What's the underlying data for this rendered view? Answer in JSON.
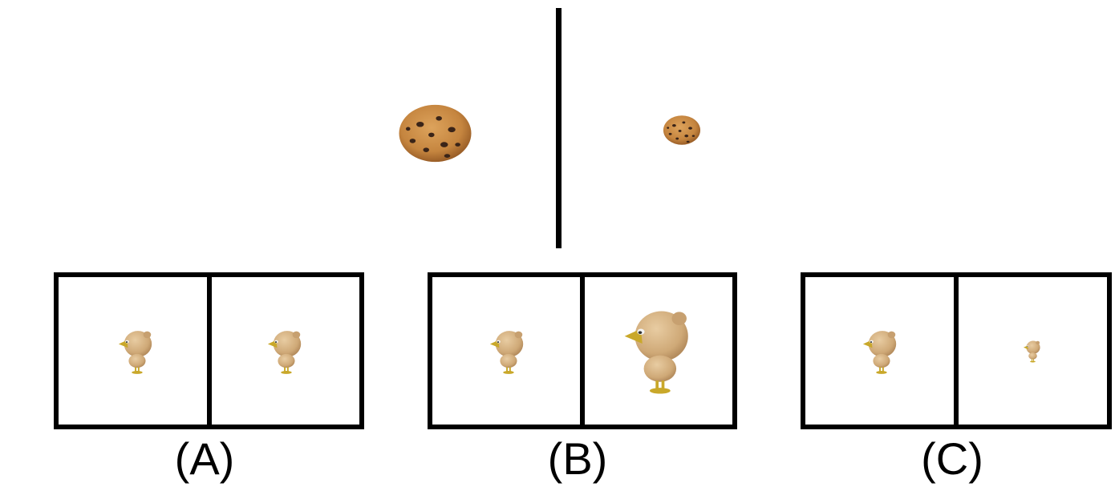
{
  "reference": {
    "left_object_icon": "cookie-icon",
    "right_object_icon": "cookie-icon",
    "cookie_color": "#C98A4A",
    "chip_color": "#3A2418"
  },
  "options": [
    {
      "label": "(A)",
      "left_icon": "bird-icon",
      "right_icon": "bird-icon"
    },
    {
      "label": "(B)",
      "left_icon": "bird-icon",
      "right_icon": "bird-icon"
    },
    {
      "label": "(C)",
      "left_icon": "bird-icon",
      "right_icon": "bird-icon"
    }
  ],
  "colors": {
    "bird_body": "#D9B68A",
    "bird_beak": "#C9A82A",
    "frame": "#000000"
  }
}
